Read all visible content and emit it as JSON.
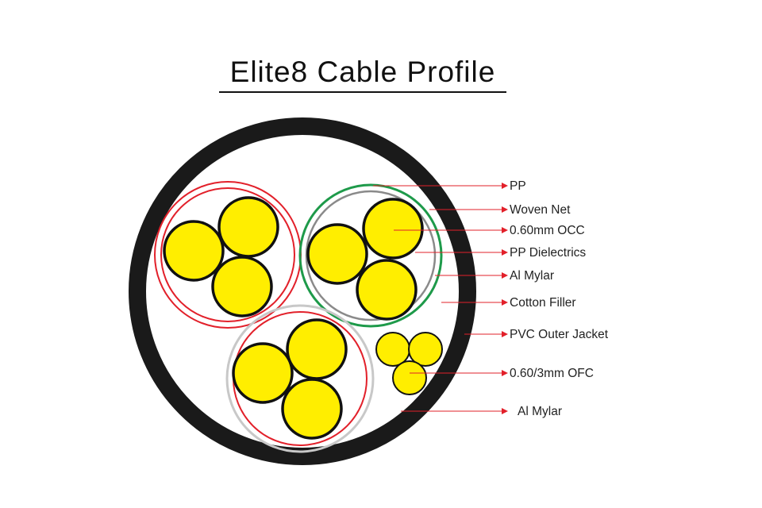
{
  "title": "Elite8 Cable Profile",
  "labels": [
    "PP",
    "Woven Net",
    "0.60mm OCC",
    "PP Dielectrics",
    "Al Mylar",
    "Cotton Filler",
    "PVC Outer Jacket",
    "0.60/3mm OFC",
    "Al Mylar"
  ],
  "colors": {
    "jacket": "#1a1a1a",
    "conductor": "#ffee00",
    "red_shield": "#e2202a",
    "green_shield": "#1e9a4a",
    "gray_shield": "#8a8a8a",
    "silver_shield": "#c8c8c8",
    "arrow": "#e2202a"
  }
}
